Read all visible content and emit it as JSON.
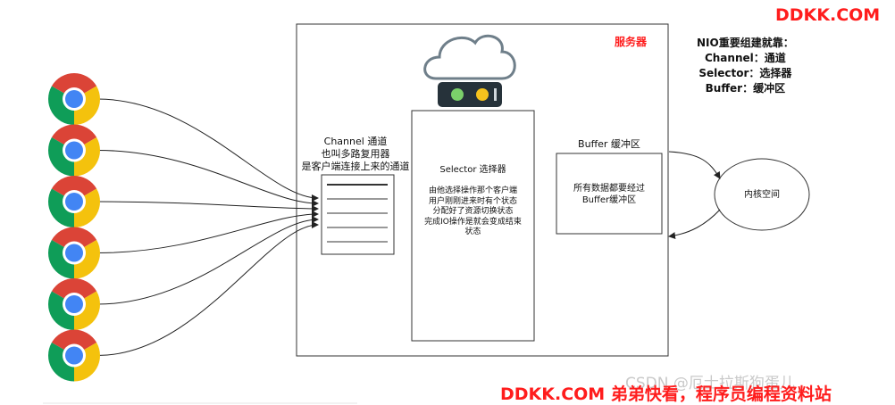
{
  "watermarks": {
    "top": "DDKK.COM",
    "bottom": "DDKK.COM 弟弟快看，程序员编程资料站",
    "csdn": "CSDN @厄士拉斯狗蛋儿"
  },
  "server": {
    "label": "服务器"
  },
  "notes": {
    "title": "NIO重要组建就靠：",
    "items": [
      "Channel：通道",
      "Selector：选择器",
      "Buffer：缓冲区"
    ]
  },
  "channel": {
    "title_lines": [
      "Channel 通道",
      "也叫多路复用器",
      "是客户端连接上来的通道"
    ]
  },
  "selector": {
    "title": "Selector 选择器",
    "desc_lines": [
      "由他选择操作那个客户端",
      "用户刚刚进来时有个状态",
      "分配好了资源切换状态",
      "完成IO操作是就会变成结束",
      "状态"
    ]
  },
  "buffer": {
    "title": "Buffer 缓冲区",
    "desc_lines": [
      "所有数据都要经过",
      "Buffer缓冲区"
    ]
  },
  "kernel": {
    "label": "内核空间"
  },
  "clients": {
    "count": 6,
    "icon": "chrome-browser-icon"
  },
  "colors": {
    "watermark": "#ff1d1d",
    "chrome_red": "#db4437",
    "chrome_yellow": "#f4c20d",
    "chrome_green": "#0f9d58",
    "chrome_blue": "#4285f4",
    "cloud_border": "#6f7f8a",
    "light_green": "#7bd06a",
    "light_yellow": "#f7c31d"
  }
}
